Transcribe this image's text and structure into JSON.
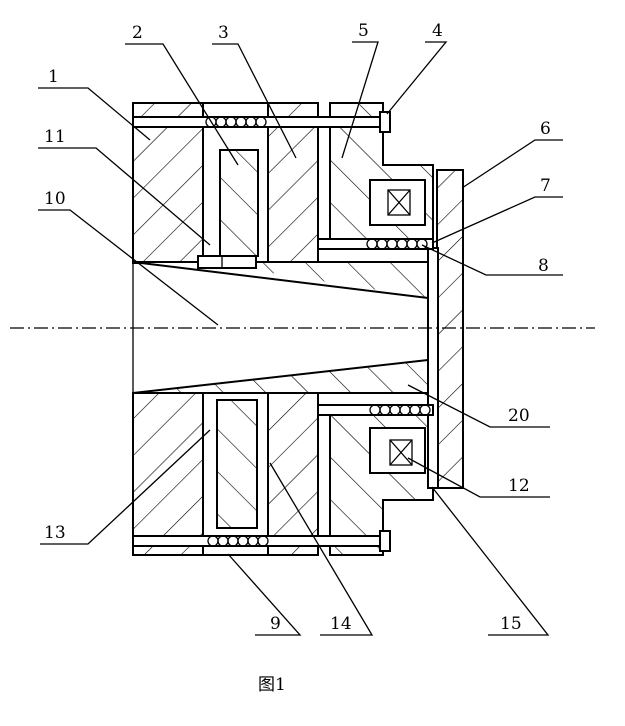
{
  "figure": {
    "caption": "图1",
    "labels": {
      "l1": "1",
      "l2": "2",
      "l3": "3",
      "l4": "4",
      "l5": "5",
      "l6": "6",
      "l7": "7",
      "l8": "8",
      "l9": "9",
      "l10": "10",
      "l11": "11",
      "l12": "12",
      "l13": "13",
      "l14": "14",
      "l15": "15",
      "l20": "20"
    }
  }
}
